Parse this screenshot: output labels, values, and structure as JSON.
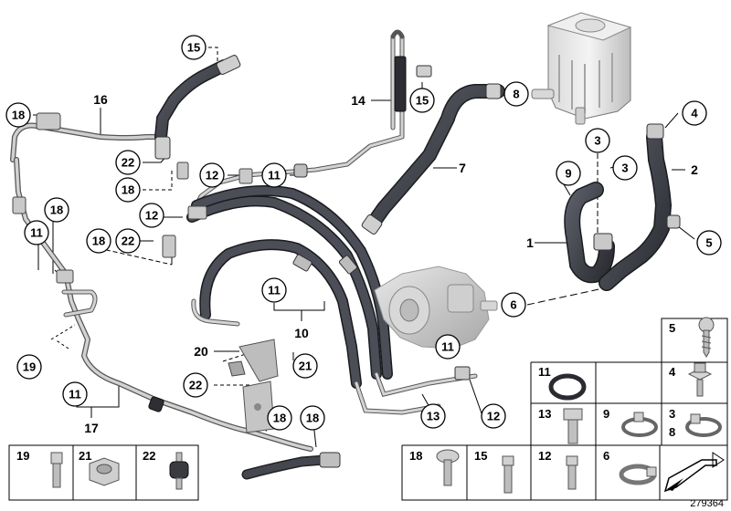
{
  "diagram_id": "279364",
  "callouts": {
    "c15a": "15",
    "c16": "16",
    "c18a": "18",
    "c22a": "22",
    "c18b": "18",
    "c14": "14",
    "c15b": "15",
    "c8": "8",
    "c4": "4",
    "c3a": "3",
    "c3b": "3",
    "c2": "2",
    "c9": "9",
    "c12a": "12",
    "c11a": "11",
    "c7": "7",
    "c12b": "12",
    "c18c": "18",
    "c22b": "22",
    "c11b": "11",
    "c18d": "18",
    "c1": "1",
    "c5": "5",
    "c6": "6",
    "c11c": "11",
    "c10": "10",
    "c11d": "11",
    "c20": "20",
    "c21": "21",
    "c19": "19",
    "c22c": "22",
    "c11e": "11",
    "c17": "17",
    "c13": "13",
    "c12c": "12",
    "c18e": "18",
    "c18f": "18"
  },
  "parts_grid": {
    "right": [
      {
        "id": "r5",
        "labels": [
          "5"
        ],
        "icon": "screw-icon"
      },
      {
        "id": "r11",
        "labels": [
          "11"
        ],
        "icon": "o-ring-icon"
      },
      {
        "id": "r4",
        "labels": [
          "4"
        ],
        "icon": "collar-screw-icon"
      },
      {
        "id": "r13",
        "labels": [
          "13"
        ],
        "icon": "hex-bolt-icon"
      },
      {
        "id": "r9",
        "labels": [
          "9"
        ],
        "icon": "hose-clamp-icon"
      },
      {
        "id": "r38",
        "labels": [
          "3",
          "8"
        ],
        "icon": "hose-clamp-icon"
      },
      {
        "id": "r18",
        "labels": [
          "18"
        ],
        "icon": "flange-screw-icon"
      },
      {
        "id": "r15",
        "labels": [
          "15"
        ],
        "icon": "screw-icon"
      },
      {
        "id": "r12",
        "labels": [
          "12"
        ],
        "icon": "screw-icon"
      },
      {
        "id": "r6",
        "labels": [
          "6"
        ],
        "icon": "band-clamp-icon"
      },
      {
        "id": "rarrow",
        "labels": [],
        "icon": "direction-arrow-icon"
      }
    ],
    "left": [
      {
        "id": "l19",
        "labels": [
          "19"
        ],
        "icon": "socket-screw-icon"
      },
      {
        "id": "l21",
        "labels": [
          "21"
        ],
        "icon": "hex-nut-icon"
      },
      {
        "id": "l22",
        "labels": [
          "22"
        ],
        "icon": "rubber-mount-icon"
      }
    ]
  }
}
